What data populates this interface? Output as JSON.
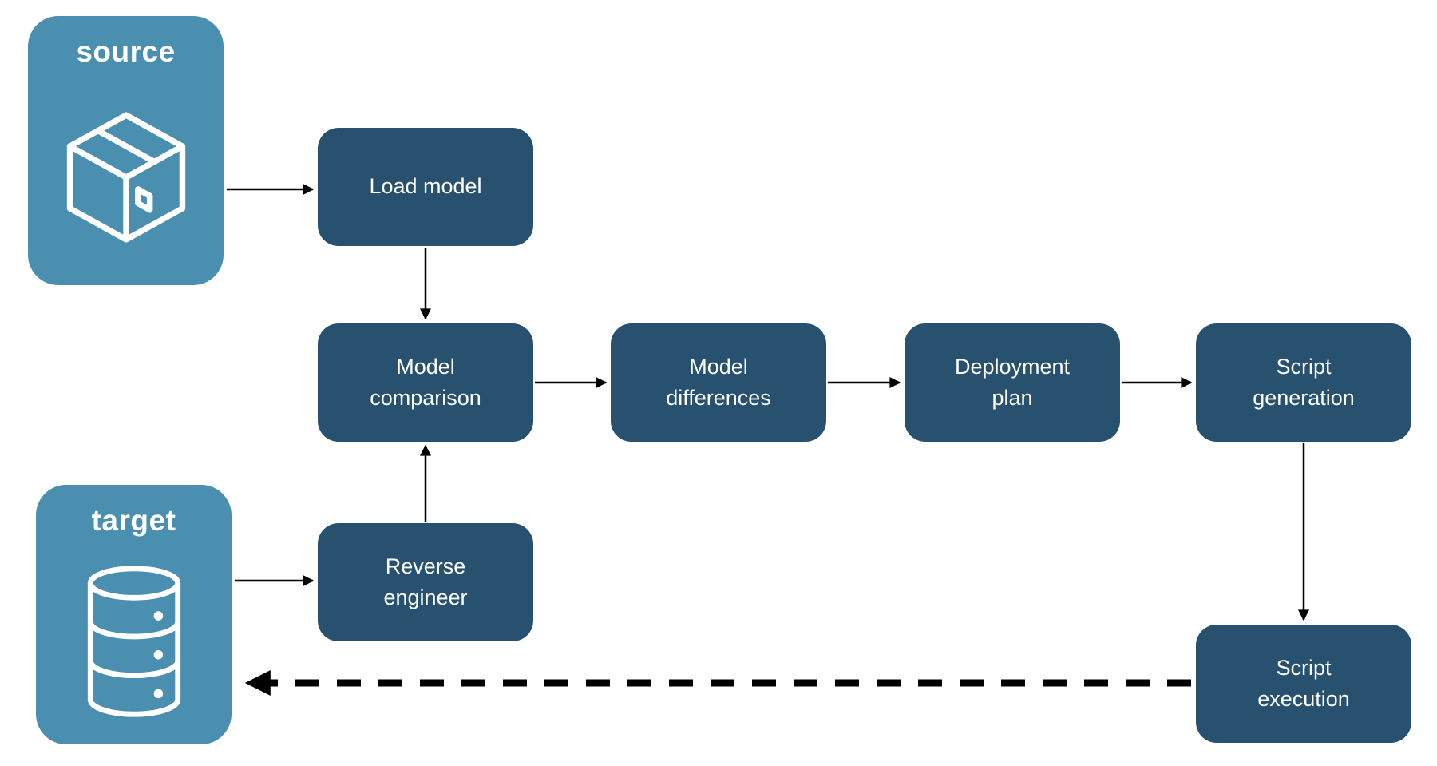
{
  "colors": {
    "canvas_bg": "#ffffff",
    "store_node_fill": "#4a8fb0",
    "process_node_fill": "#27516e",
    "node_text": "#ffffff",
    "arrow": "#000000"
  },
  "nodes": {
    "source": {
      "label": "source",
      "icon": "package-icon",
      "type": "store"
    },
    "target": {
      "label": "target",
      "icon": "database-icon",
      "type": "store"
    },
    "load_model": {
      "label": "Load model",
      "type": "process"
    },
    "model_comparison": {
      "label": "Model comparison",
      "type": "process"
    },
    "model_differences": {
      "label": "Model differences",
      "type": "process"
    },
    "deployment_plan": {
      "label": "Deployment plan",
      "type": "process"
    },
    "script_generation": {
      "label": "Script generation",
      "type": "process"
    },
    "reverse_engineer": {
      "label": "Reverse engineer",
      "type": "process"
    },
    "script_execution": {
      "label": "Script execution",
      "type": "process"
    }
  },
  "edges": [
    {
      "from": "source",
      "to": "load_model",
      "style": "solid"
    },
    {
      "from": "load_model",
      "to": "model_comparison",
      "style": "solid"
    },
    {
      "from": "model_comparison",
      "to": "model_differences",
      "style": "solid"
    },
    {
      "from": "model_differences",
      "to": "deployment_plan",
      "style": "solid"
    },
    {
      "from": "deployment_plan",
      "to": "script_generation",
      "style": "solid"
    },
    {
      "from": "target",
      "to": "reverse_engineer",
      "style": "solid"
    },
    {
      "from": "reverse_engineer",
      "to": "model_comparison",
      "style": "solid"
    },
    {
      "from": "script_generation",
      "to": "script_execution",
      "style": "solid"
    },
    {
      "from": "script_execution",
      "to": "target",
      "style": "dashed"
    }
  ]
}
